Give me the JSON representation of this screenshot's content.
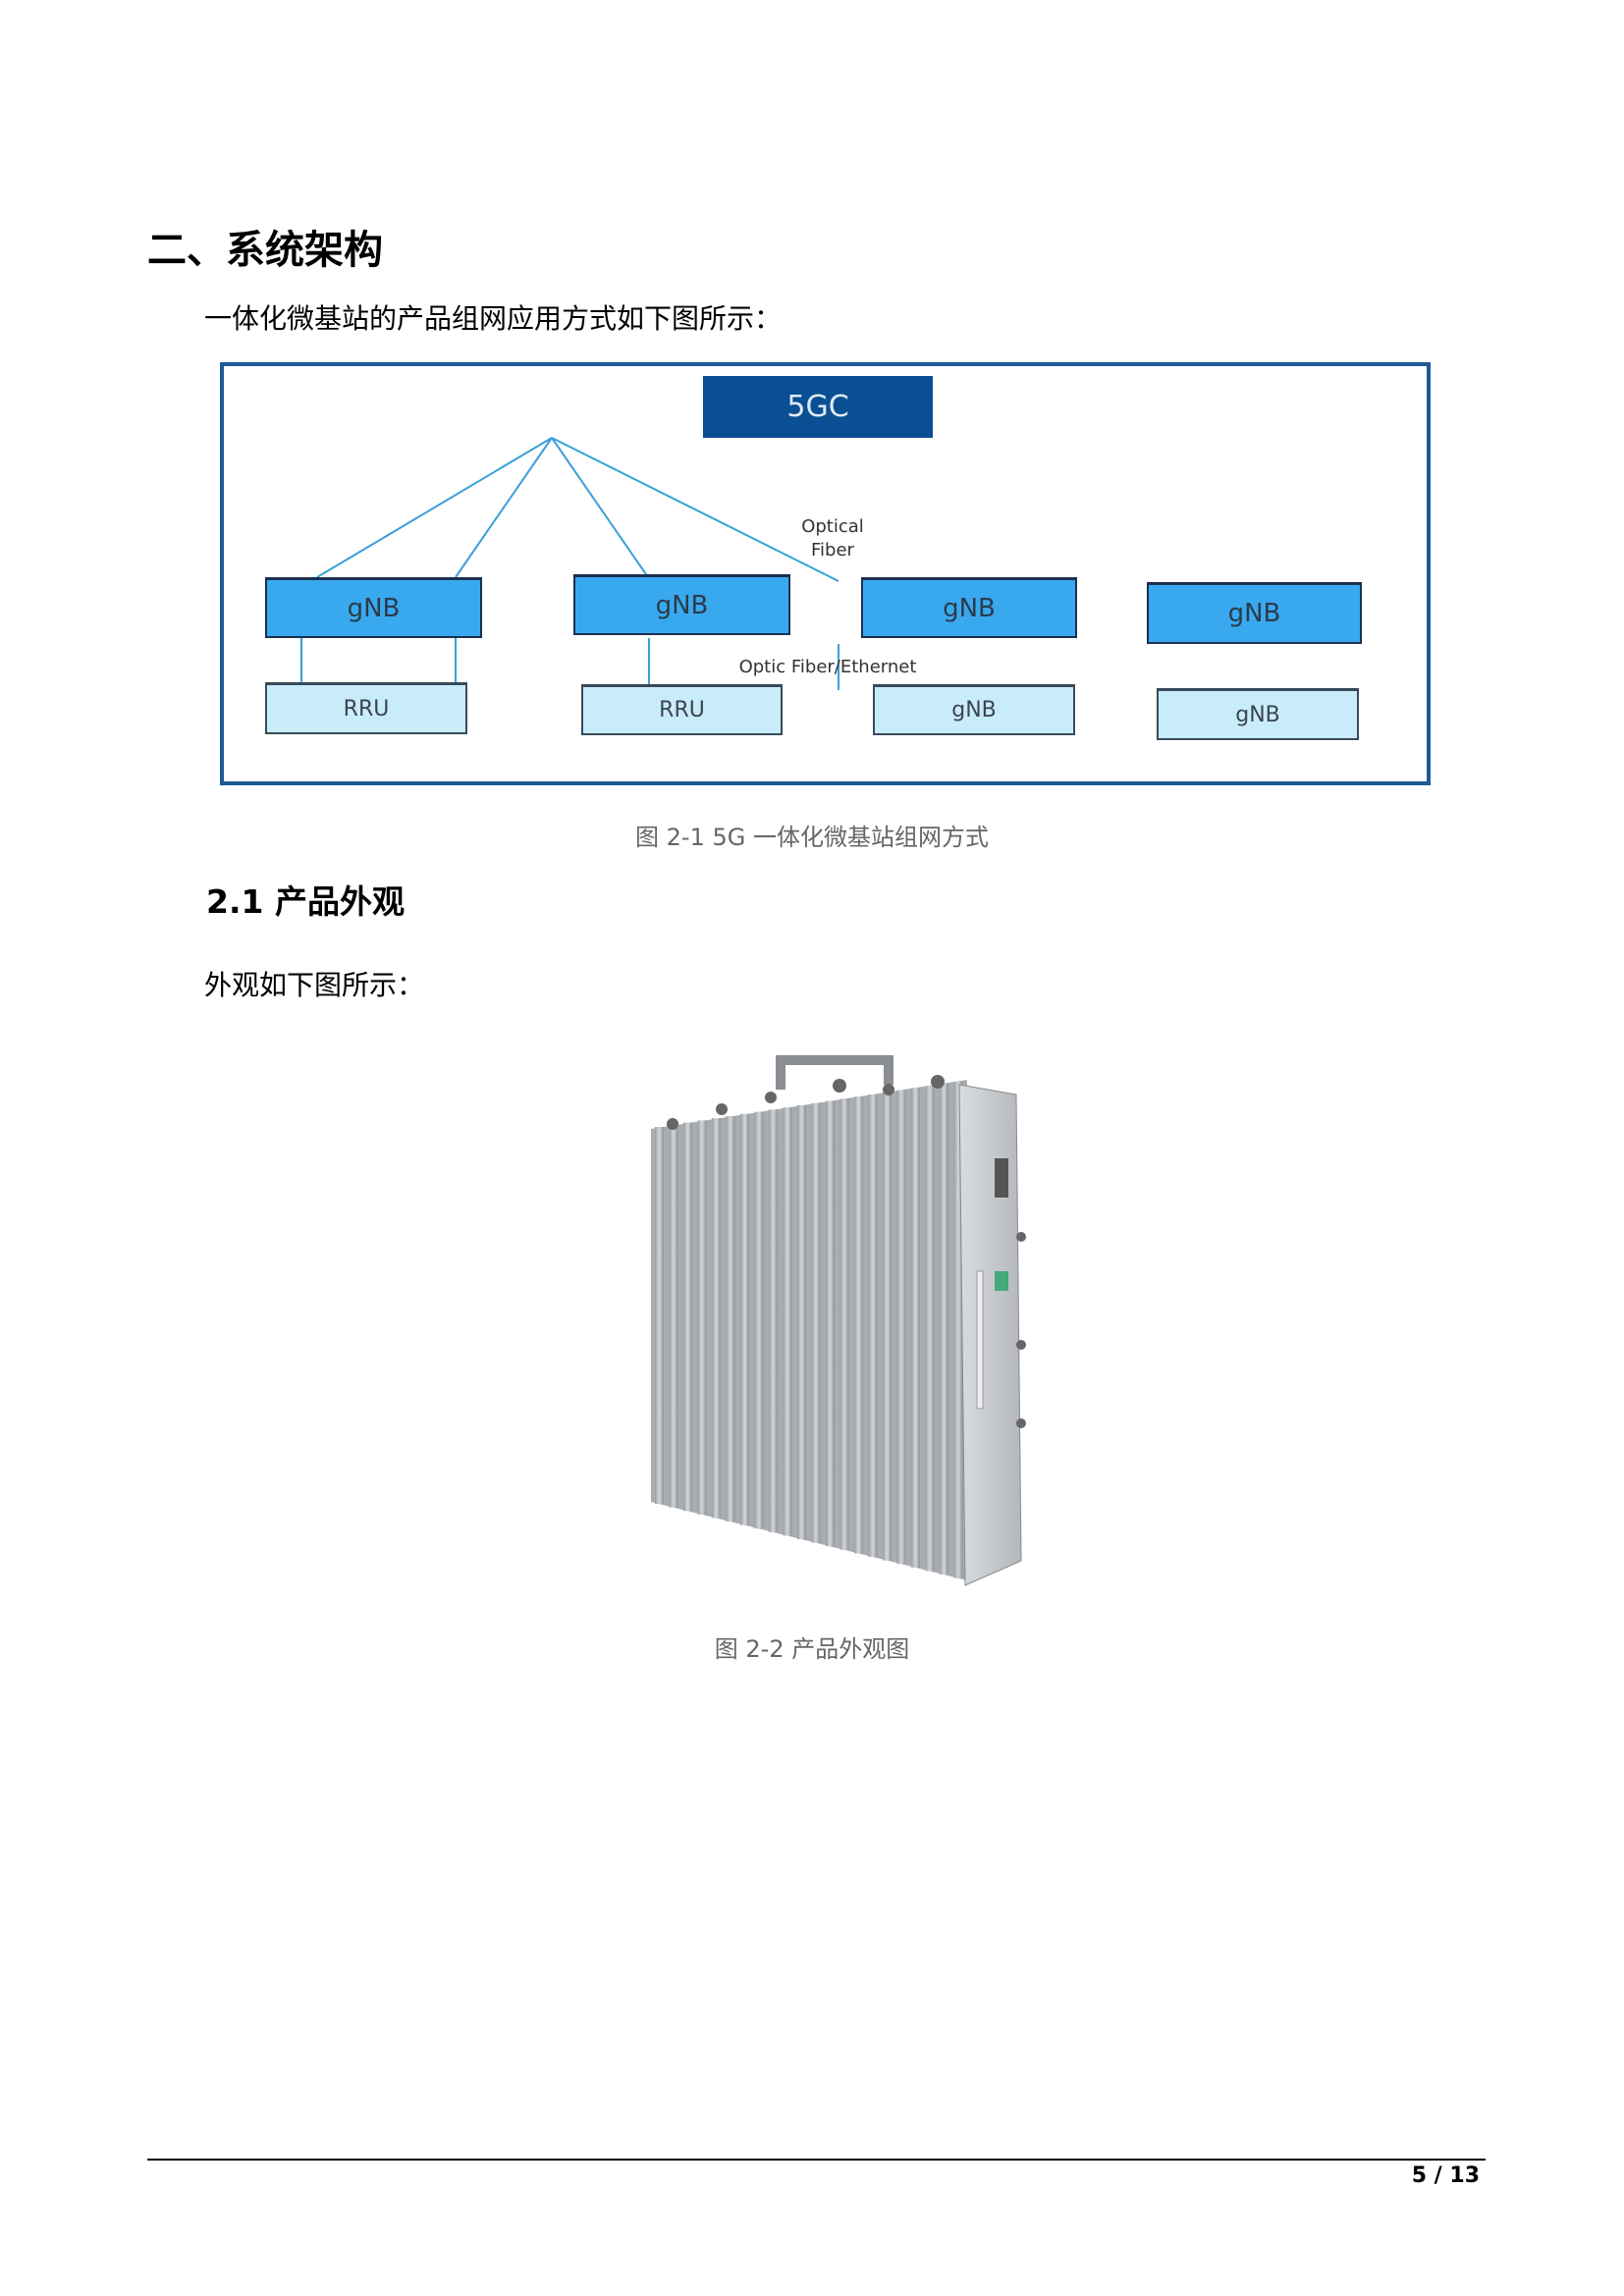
{
  "section_heading": "二、系统架构",
  "intro_text": "一体化微基站的产品组网应用方式如下图所示：",
  "diagram": {
    "core": "5GC",
    "uplink_label_line1": "Optical",
    "uplink_label_line2": "Fiber",
    "link_label": "Optic Fiber/Ethernet",
    "upper_nodes": [
      "gNB",
      "gNB",
      "gNB",
      "gNB"
    ],
    "lower_nodes": [
      "RRU",
      "RRU",
      "gNB",
      "gNB"
    ],
    "colors": {
      "core": "#0a4f93",
      "upper": "#39a9ef",
      "lower": "#c9ecfb",
      "line": "#3aa0d8",
      "frame": "#1f5a96"
    }
  },
  "figure1_caption": "图 2-1 5G 一体化微基站组网方式",
  "subsection_heading": "2.1  产品外观",
  "appearance_text": "外观如下图所示：",
  "figure2_caption": "图 2-2  产品外观图",
  "footer": {
    "page": "5 / 13"
  }
}
